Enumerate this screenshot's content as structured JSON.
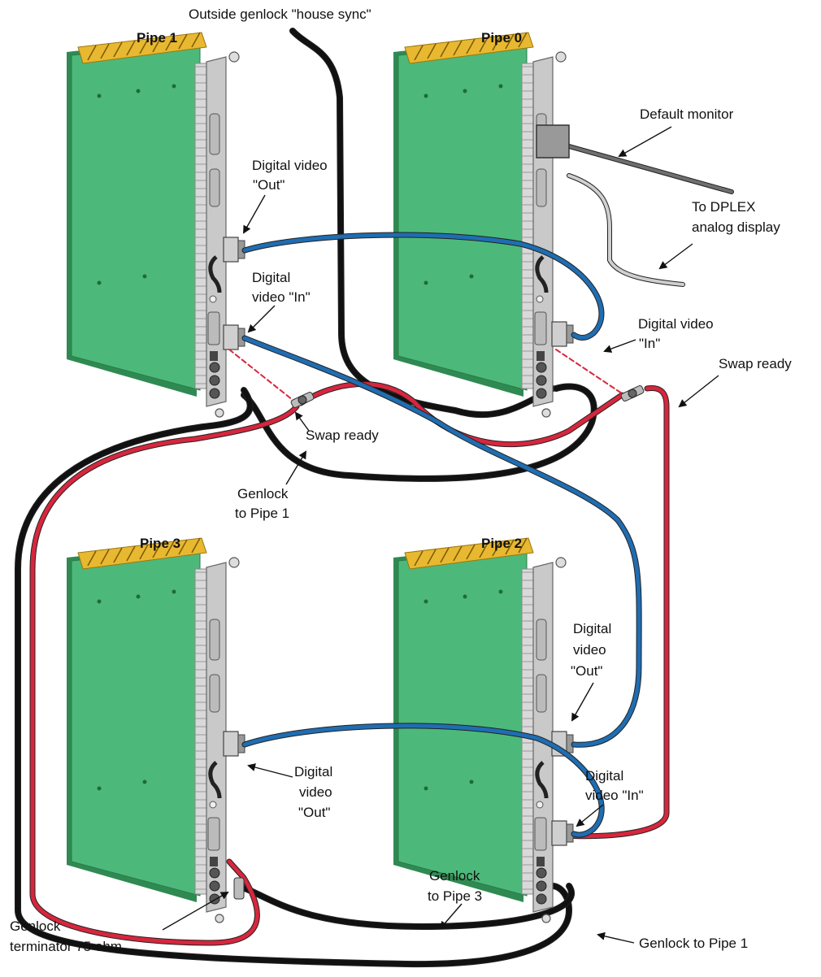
{
  "colors": {
    "board_green": "#4cb97a",
    "board_shadow": "#2f8a52",
    "heatsink_yellow": "#e8b830",
    "panel_gray": "#c9c9c9",
    "video_cable_blue": "#1f6db2",
    "swap_cable_red": "#d7263d",
    "genlock_cable_black": "#111111",
    "monitor_cable_gray": "#6f6f6f",
    "dplex_cable_light": "#e6e6e6"
  },
  "pipes": [
    {
      "id": "pipe1",
      "label": "Pipe 1"
    },
    {
      "id": "pipe0",
      "label": "Pipe 0"
    },
    {
      "id": "pipe3",
      "label": "Pipe 3"
    },
    {
      "id": "pipe2",
      "label": "Pipe 2"
    }
  ],
  "labels": {
    "house_sync": "Outside genlock \"house sync\"",
    "default_monitor": "Default monitor",
    "dplex_line1": "To DPLEX",
    "dplex_line2": "analog display",
    "p1_dv_out_line1": "Digital video",
    "p1_dv_out_line2": "\"Out\"",
    "p1_dv_in_line1": "Digital",
    "p1_dv_in_line2": "video \"In\"",
    "p0_dv_in_line1": "Digital video",
    "p0_dv_in_line2": "\"In\"",
    "swap_ready_right": "Swap ready",
    "swap_ready_center": "Swap ready",
    "genlock_pipe1_center_line1": "Genlock",
    "genlock_pipe1_center_line2": "to Pipe 1",
    "p2_dv_out_line1": "Digital",
    "p2_dv_out_line2": "video",
    "p2_dv_out_line3": "\"Out\"",
    "p3_dv_out_line1": "Digital",
    "p3_dv_out_line2": "video",
    "p3_dv_out_line3": "\"Out\"",
    "p2_dv_in_line1": "Digital",
    "p2_dv_in_line2": "video \"In\"",
    "genlock_pipe3_line1": "Genlock",
    "genlock_pipe3_line2": "to Pipe 3",
    "terminator_line1": "Genlock",
    "terminator_line2": "terminator 75 ohm",
    "genlock_pipe1_bottom": "Genlock to Pipe 1"
  }
}
